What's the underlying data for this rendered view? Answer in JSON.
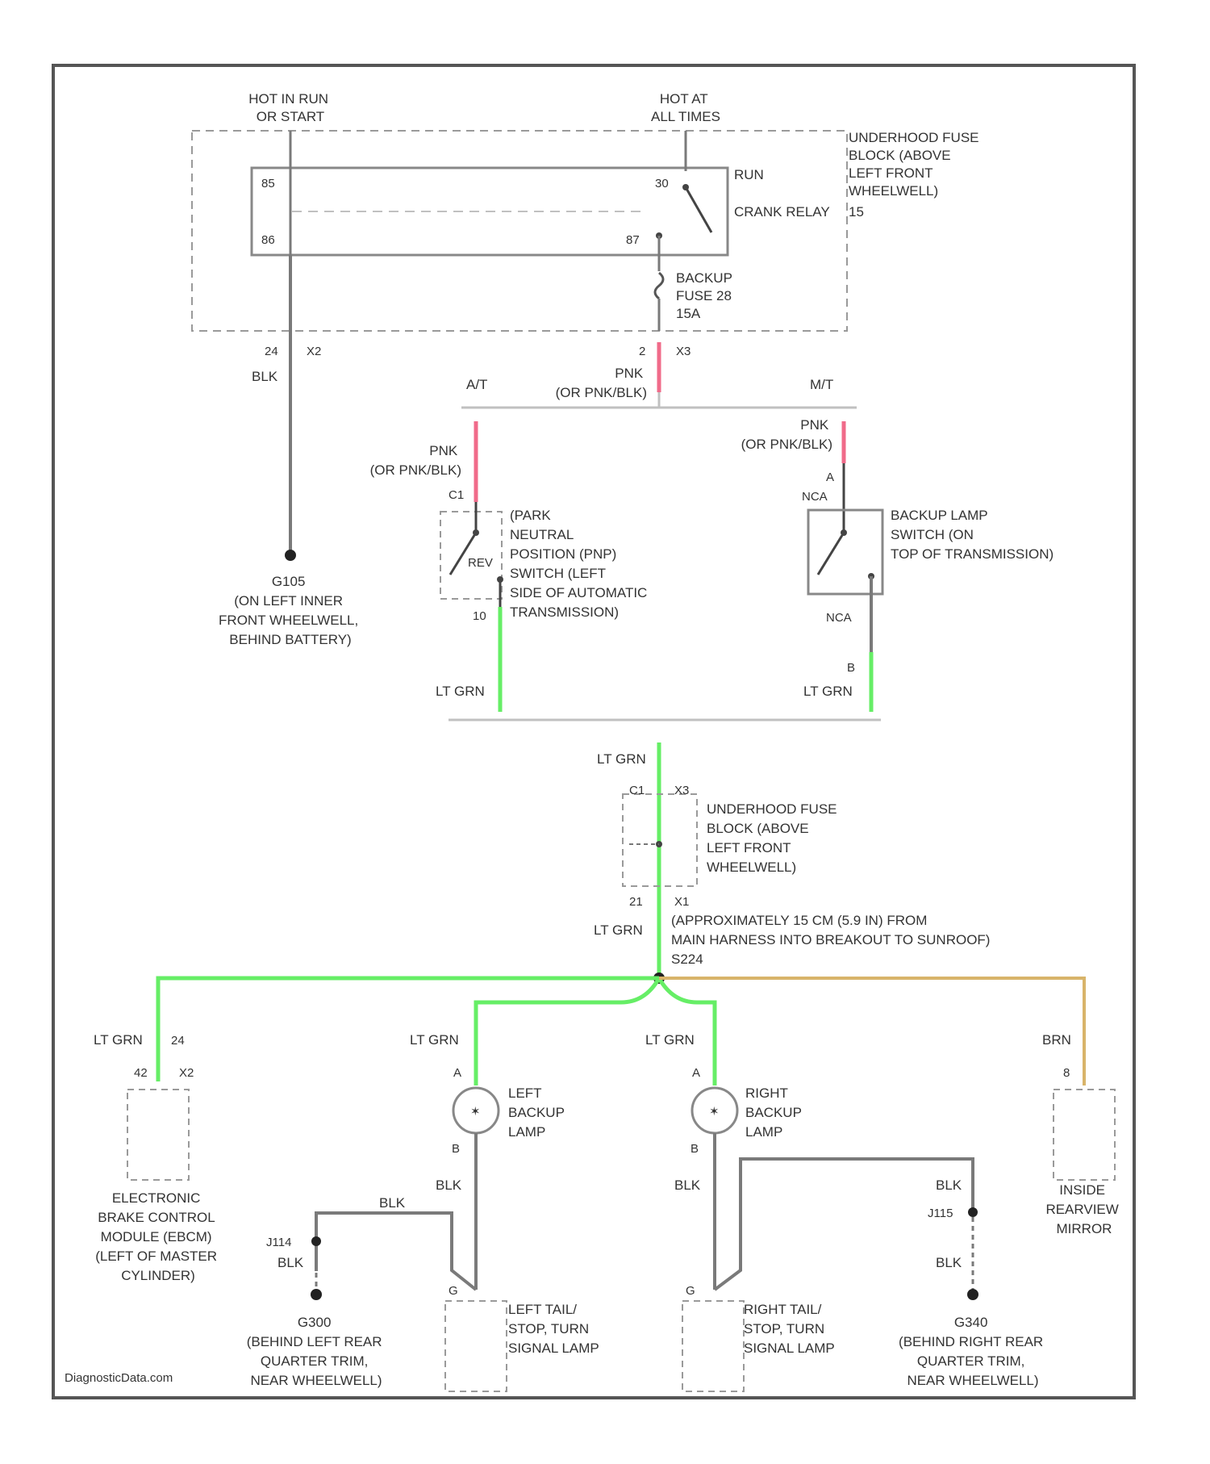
{
  "colors": {
    "wire_gray": "#7a7a7a",
    "wire_pink": "#f06b8a",
    "wire_ltgrn": "#66ee66",
    "wire_brn": "#d8b46a",
    "dashed": "#9a9a9a",
    "frame": "#555555"
  },
  "top": {
    "hot_run_start": [
      "HOT IN RUN",
      "OR START"
    ],
    "hot_all_times": [
      "HOT AT",
      "ALL TIMES"
    ],
    "underhood_fuse_block": [
      "UNDERHOOD FUSE",
      "BLOCK (ABOVE",
      "LEFT FRONT",
      "WHEELWELL)"
    ],
    "relay_pins": {
      "p85": "85",
      "p86": "86",
      "p30": "30",
      "p87": "87"
    },
    "run_label": "RUN",
    "crank_relay": "CRANK RELAY",
    "relay_ref": "15",
    "backup_fuse": [
      "BACKUP",
      "FUSE 28",
      "15A"
    ],
    "left_pin": "24",
    "left_conn": "X2",
    "right_pin": "2",
    "right_conn": "X3",
    "blk": "BLK",
    "pnk_main": [
      "PNK",
      "(OR PNK/BLK)"
    ]
  },
  "ground_g105": [
    "G105",
    "(ON LEFT INNER",
    "FRONT WHEELWELL,",
    "BEHIND BATTERY)"
  ],
  "branch": {
    "at": "A/T",
    "mt": "M/T"
  },
  "pnp": {
    "wire": [
      "PNK",
      "(OR PNK/BLK)"
    ],
    "pin_top": "C1",
    "pin_bottom": "10",
    "rev": "REV",
    "label": [
      "(PARK",
      "NEUTRAL",
      "POSITION (PNP)",
      "SWITCH (LEFT",
      "SIDE OF AUTOMATIC",
      "TRANSMISSION)"
    ],
    "out_wire": "LT GRN"
  },
  "backup_switch": {
    "wire": [
      "PNK",
      "(OR PNK/BLK)"
    ],
    "pin_top": "A",
    "nca_top": "NCA",
    "label": [
      "BACKUP LAMP",
      "SWITCH (ON",
      "TOP OF TRANSMISSION)"
    ],
    "nca_bottom": "NCA",
    "pin_bottom": "B",
    "out_wire": "LT GRN"
  },
  "merge_wire": "LT GRN",
  "fuse_block2": {
    "pin_top": "C1",
    "conn_top": "X3",
    "pin_bottom": "21",
    "conn_bottom": "X1",
    "label": [
      "UNDERHOOD FUSE",
      "BLOCK (ABOVE",
      "LEFT FRONT",
      "WHEELWELL)"
    ]
  },
  "splice": {
    "wire": "LT GRN",
    "note": [
      "(APPROXIMATELY 15 CM (5.9 IN) FROM",
      "MAIN HARNESS INTO BREAKOUT TO SUNROOF)"
    ],
    "id": "S224"
  },
  "ebcm": {
    "wire": "LT GRN",
    "wire_ref": "24",
    "pin": "42",
    "conn": "X2",
    "label": [
      "ELECTRONIC",
      "BRAKE CONTROL",
      "MODULE (EBCM)",
      "(LEFT OF MASTER",
      "CYLINDER)"
    ]
  },
  "left_lamp": {
    "wire": "LT GRN",
    "pin_a": "A",
    "pin_b": "B",
    "label": [
      "LEFT",
      "BACKUP",
      "LAMP"
    ],
    "out_wire": "BLK"
  },
  "right_lamp": {
    "wire": "LT GRN",
    "pin_a": "A",
    "pin_b": "B",
    "label": [
      "RIGHT",
      "BACKUP",
      "LAMP"
    ],
    "out_wire": "BLK"
  },
  "mirror": {
    "wire": "BRN",
    "pin": "8",
    "label": [
      "INSIDE",
      "REARVIEW",
      "MIRROR"
    ]
  },
  "left_ground": {
    "top_wire": "BLK",
    "splice": "J114",
    "wire": "BLK",
    "label": [
      "G300",
      "(BEHIND LEFT REAR",
      "QUARTER TRIM,",
      "NEAR WHEELWELL)"
    ]
  },
  "right_ground": {
    "top_wire": "BLK",
    "splice": "J115",
    "wire": "BLK",
    "label": [
      "G340",
      "(BEHIND RIGHT REAR",
      "QUARTER TRIM,",
      "NEAR WHEELWELL)"
    ]
  },
  "left_tail": {
    "pin": "G",
    "label": [
      "LEFT TAIL/",
      "STOP, TURN",
      "SIGNAL LAMP"
    ]
  },
  "right_tail": {
    "pin": "G",
    "label": [
      "RIGHT TAIL/",
      "STOP, TURN",
      "SIGNAL LAMP"
    ]
  },
  "watermark": "DiagnosticData.com"
}
